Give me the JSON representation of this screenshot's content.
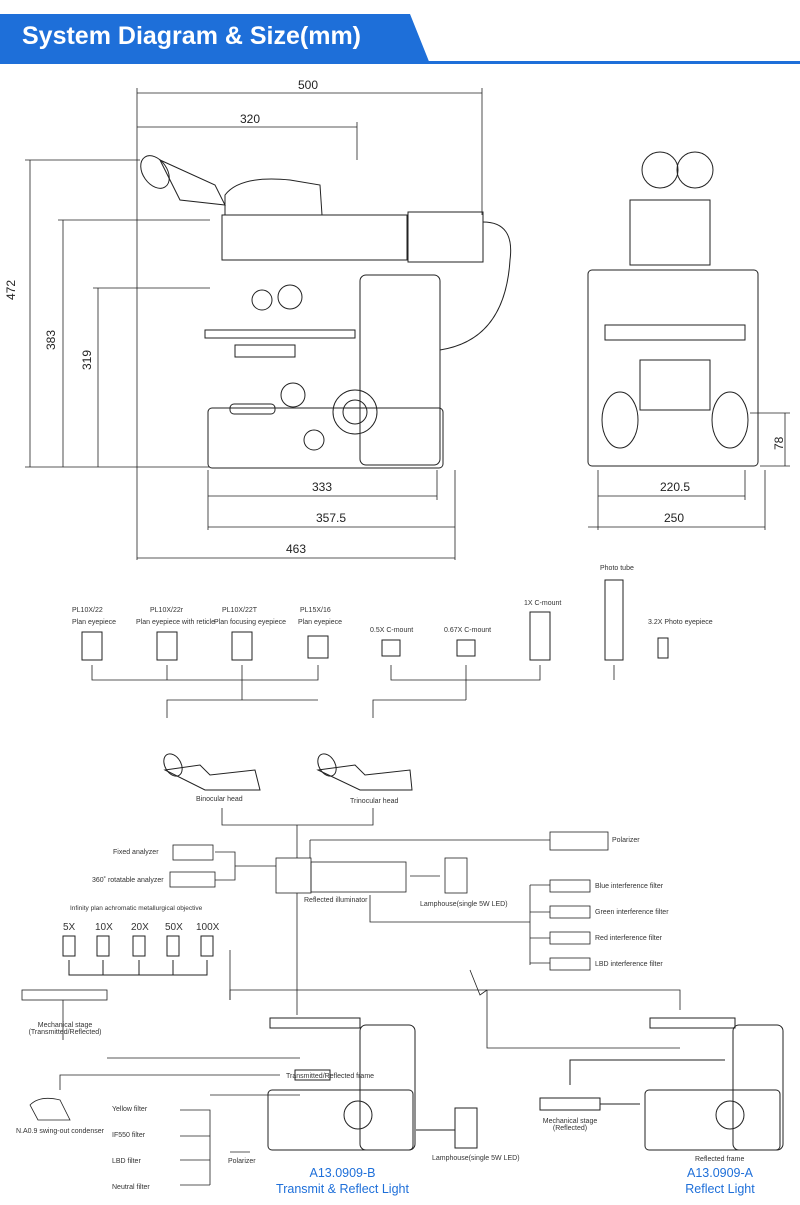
{
  "header": {
    "title": "System Diagram & Size(mm)"
  },
  "dimensions": {
    "top_width_total": "500",
    "top_width_head": "320",
    "height_total": "472",
    "height_mid": "383",
    "height_low": "319",
    "base_333": "333",
    "base_357": "357.5",
    "base_463": "463",
    "front_width_inner": "220.5",
    "front_width_outer": "250",
    "front_height": "78"
  },
  "eyepieces": [
    {
      "model": "PL10X/22",
      "name": "Plan  eyepiece"
    },
    {
      "model": "PL10X/22r",
      "name": "Plan eyepiece with reticle"
    },
    {
      "model": "PL10X/22T",
      "name": "Plan focusing eyepiece"
    },
    {
      "model": "PL15X/16",
      "name": "Plan eyepiece"
    }
  ],
  "cmounts": [
    {
      "label": "0.5X C-mount"
    },
    {
      "label": "0.67X C-mount"
    },
    {
      "label": "1X C-mount"
    }
  ],
  "photo": {
    "tube": "Photo tube",
    "eyepiece": "3.2X Photo eyepiece"
  },
  "heads": {
    "binocular": "Binocular head",
    "trinocular": "Trinocular head"
  },
  "illuminator": {
    "polarizer": "Polarizer",
    "fixed_analyzer": "Fixed analyzer",
    "rot_analyzer": "360˚ rotatable analyzer",
    "reflected_illuminator": "Reflected illuminator",
    "lamphouse": "Lamphouse(single 5W LED)",
    "filters": [
      "Blue interference filter",
      "Green interference filter",
      "Red interference filter",
      "LBD interference filter"
    ]
  },
  "objectives": {
    "title": "Infinity plan achromatic metallurgical objective",
    "mags": [
      "5X",
      "10X",
      "20X",
      "50X",
      "100X"
    ]
  },
  "left_system": {
    "mech_stage": "Mechanical stage\n(Transmitted/Reflected)",
    "frame": "Transmitted/Reflected frame",
    "condenser": "N.A0.9 swing-out condenser",
    "filters": [
      "Yellow  filter",
      "IF550 filter",
      "LBD  filter",
      "Neutral  filter"
    ],
    "polarizer": "Polarizer",
    "lamphouse": "Lamphouse(single 5W LED)",
    "model": "A13.0909-B",
    "subtitle": "Transmit & Reflect Light"
  },
  "right_system": {
    "mech_stage": "Mechanical stage\n(Reflected)",
    "frame": "Reflected frame",
    "model": "A13.0909-A",
    "subtitle": "Reflect Light"
  }
}
